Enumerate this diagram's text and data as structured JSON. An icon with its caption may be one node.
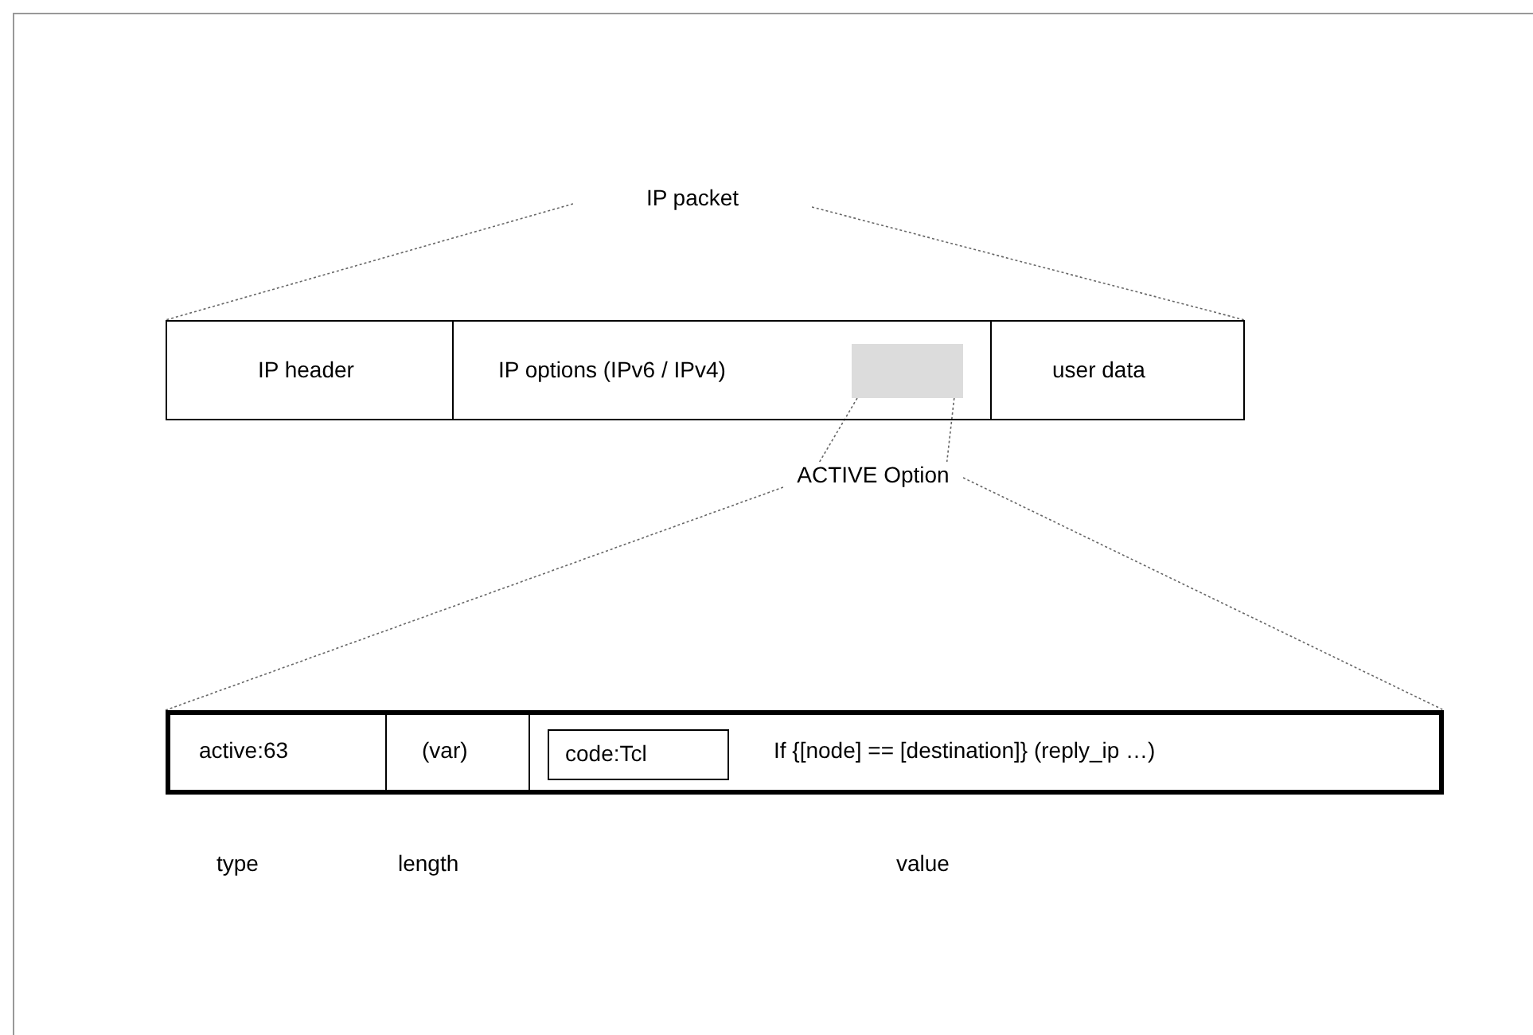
{
  "diagram": {
    "nodes": [
      {
        "text": [
          "IP packet"
        ]
      },
      {
        "text": [],
        "shape": "box"
      },
      {
        "text": [
          "IP header"
        ],
        "in": 1
      },
      {
        "text": [
          "IP options (IPv6 / IPv4)"
        ],
        "in": 1
      },
      {
        "text": [],
        "shape": "box",
        "in": 3
      },
      {
        "text": [
          "user data"
        ],
        "in": 1
      },
      {
        "text": [
          "ACTIVE Option"
        ]
      },
      {
        "text": [],
        "shape": "box"
      },
      {
        "text": [
          "active:63"
        ],
        "in": 7
      },
      {
        "text": [
          "(var)"
        ],
        "in": 7
      },
      {
        "text": [
          "If {[node] == [destination]} (reply_ip …)"
        ],
        "in": 7
      },
      {
        "text": [
          "code:Tcl"
        ],
        "in": 10
      }
    ],
    "edges": [
      {
        "from": 0,
        "to": 1,
        "arrow": "none",
        "style": "dashed"
      },
      {
        "from": 0,
        "to": 1,
        "arrow": "none",
        "style": "dashed"
      },
      {
        "from": 4,
        "to": 6,
        "arrow": "none",
        "style": "dashed"
      },
      {
        "from": 4,
        "to": 6,
        "arrow": "none",
        "style": "dashed"
      },
      {
        "from": 6,
        "to": 7,
        "arrow": "none",
        "style": "dashed"
      },
      {
        "from": 6,
        "to": 7,
        "arrow": "none",
        "style": "dashed"
      }
    ],
    "labels": [
      "type",
      "length",
      "value"
    ]
  }
}
